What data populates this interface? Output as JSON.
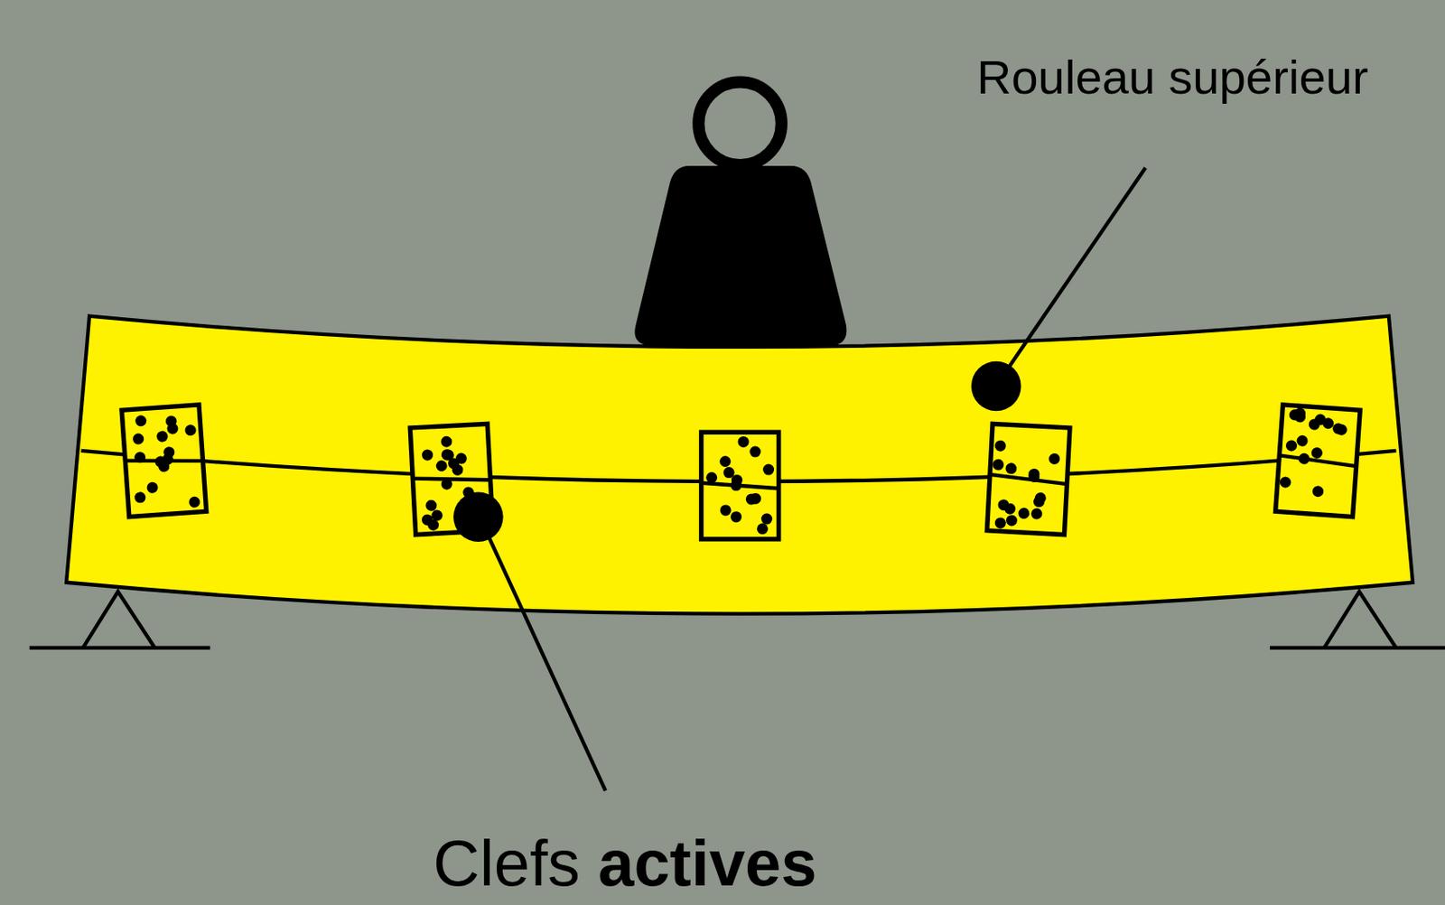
{
  "diagram": {
    "labels": [
      "Rouleau supérieur",
      "Clefs",
      "actives"
    ]
  }
}
